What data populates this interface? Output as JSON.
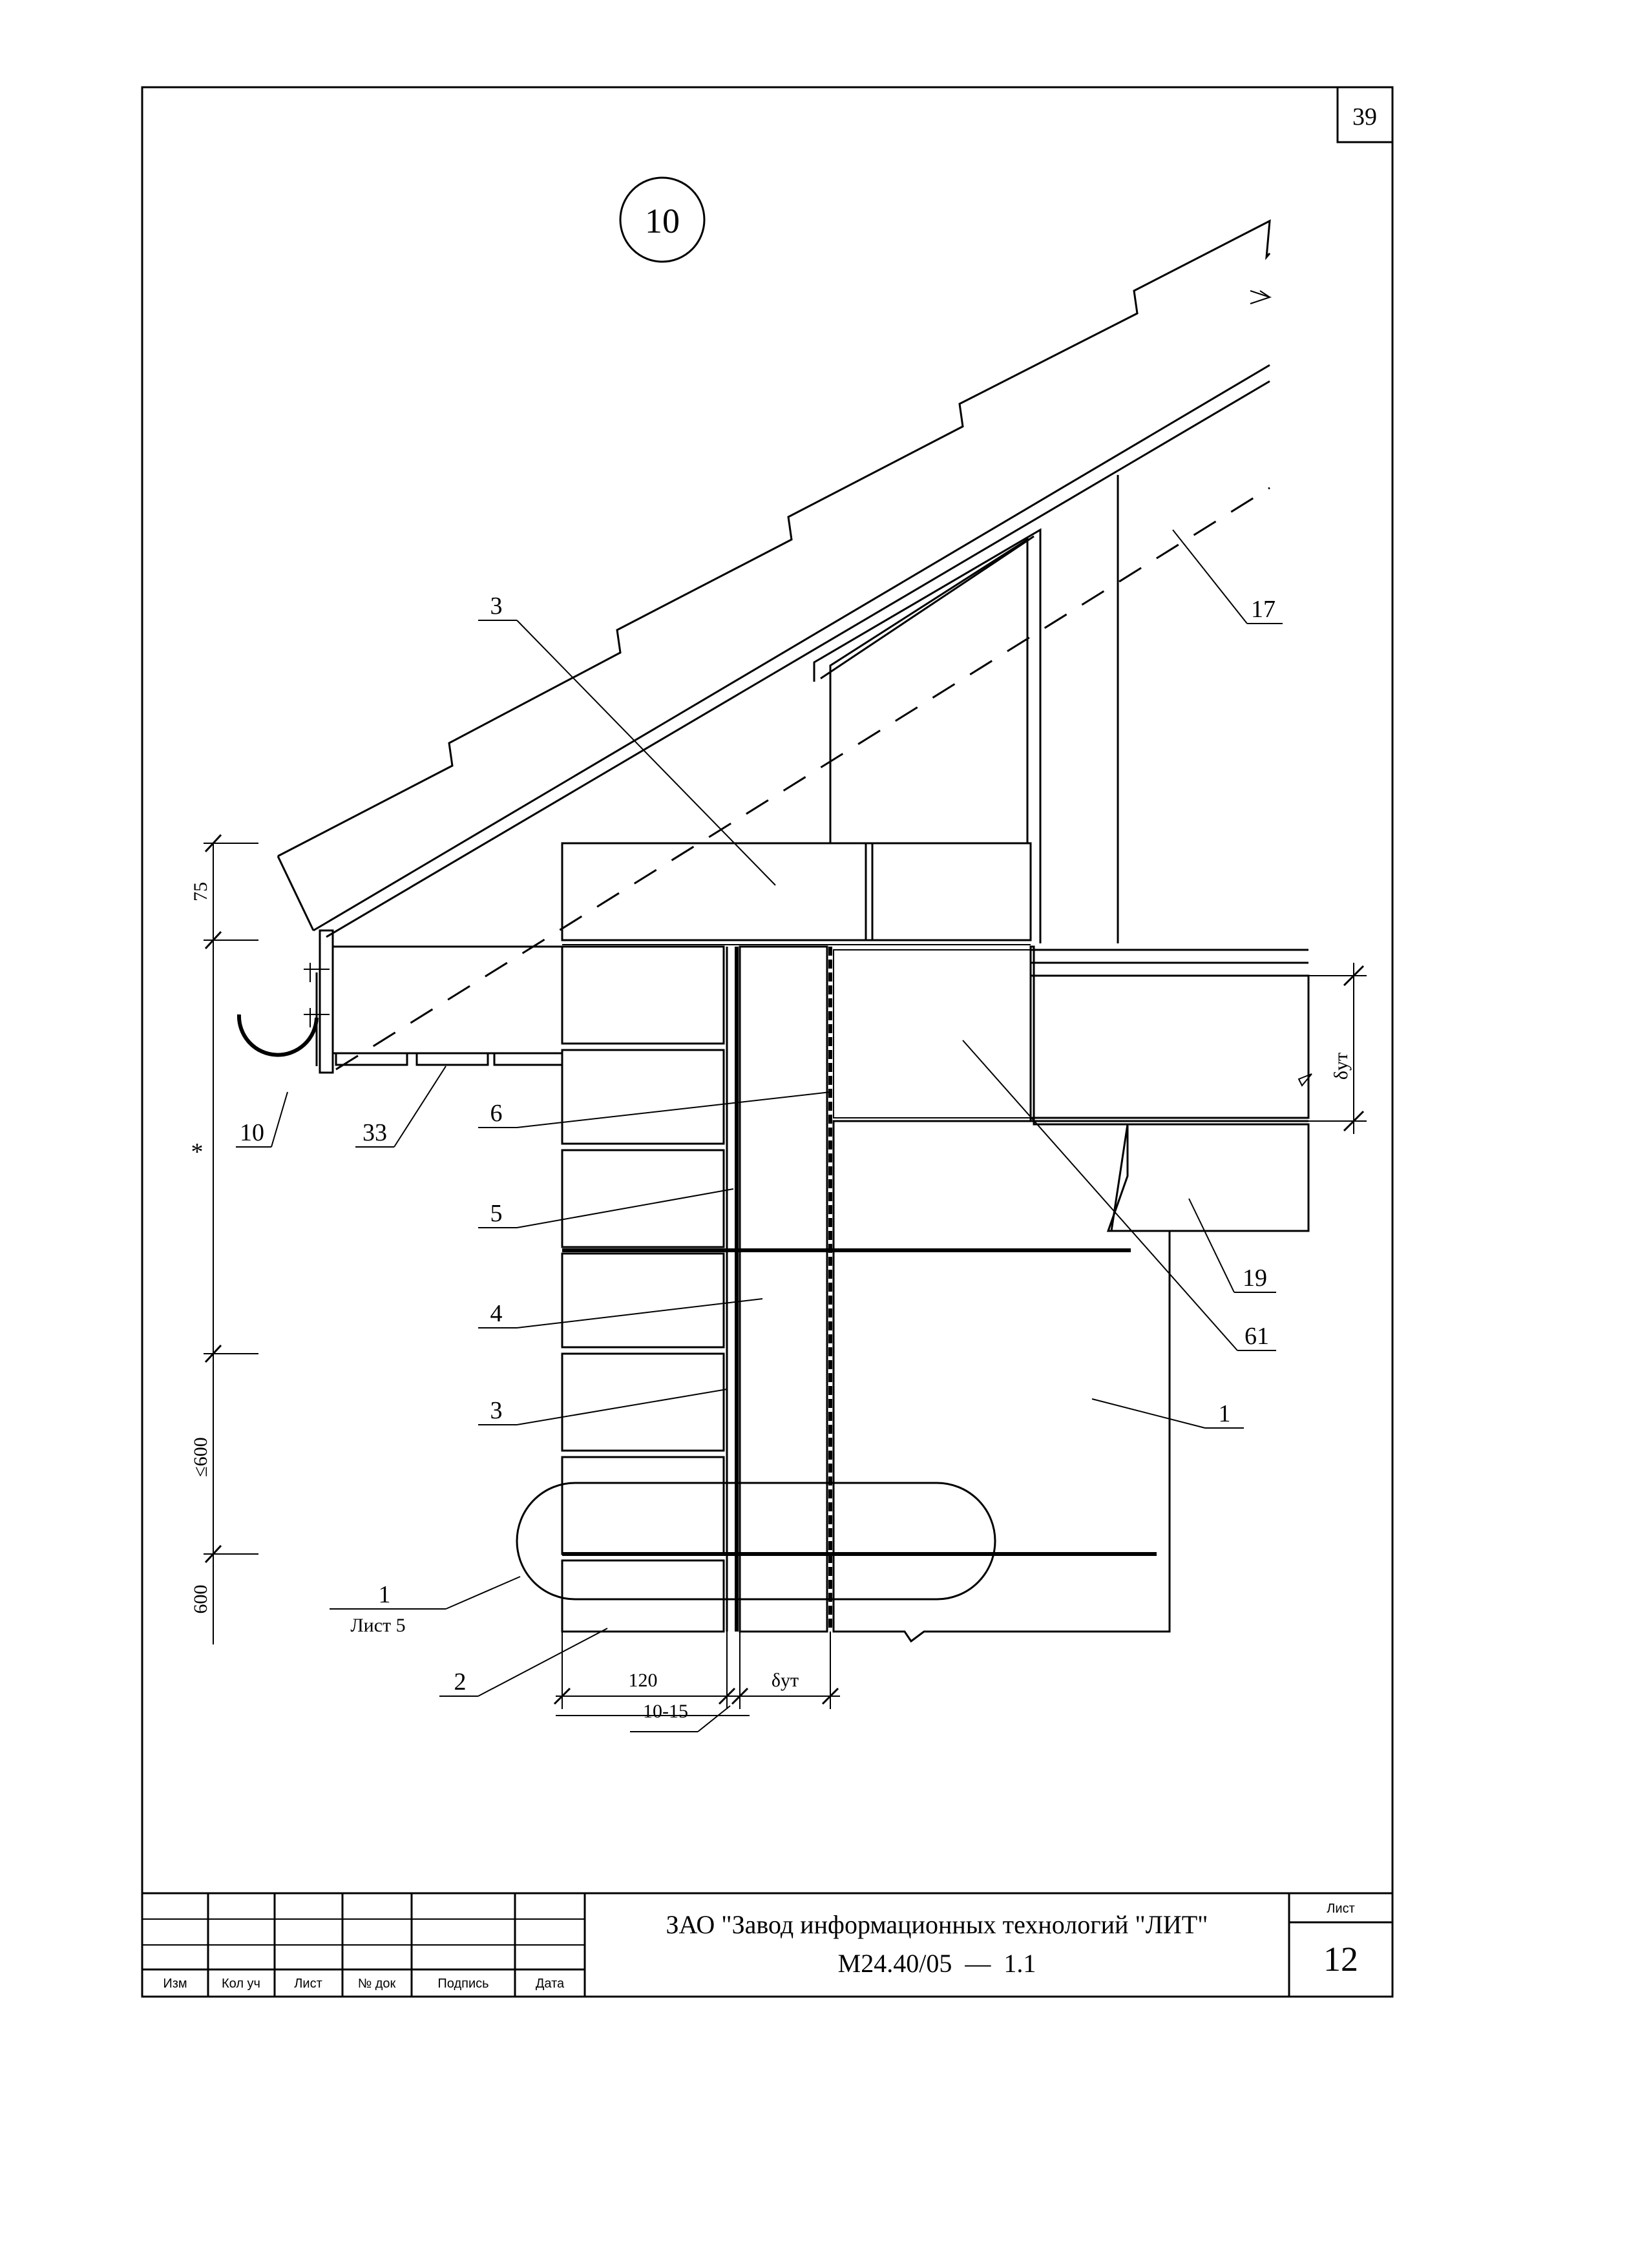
{
  "sheet": {
    "corner_number": "39",
    "detail_number": "10"
  },
  "callouts": {
    "c17": "17",
    "c3_top": "3",
    "c10": "10",
    "c33": "33",
    "c6": "6",
    "c5": "5",
    "c4": "4",
    "c3_mid": "3",
    "c19": "19",
    "c61": "61",
    "c1": "1",
    "c2": "2",
    "ref_num": "1",
    "ref_sheet": "Лист 5"
  },
  "dimensions": {
    "d75": "75",
    "dstar": "*",
    "d600le": "≤600",
    "d600": "600",
    "d120": "120",
    "d10_15": "10-15",
    "delta_bottom": "δут",
    "delta_right": "δут"
  },
  "title_block": {
    "col_headers": [
      "Изм",
      "Кол уч",
      "Лист",
      "№ док",
      "Подпись",
      "Дата"
    ],
    "organization": "ЗАО \"Завод информационных технологий \"ЛИТ\"",
    "document_code": "М24.40/05  —  1.1",
    "sheet_label": "Лист",
    "sheet_number": "12"
  }
}
